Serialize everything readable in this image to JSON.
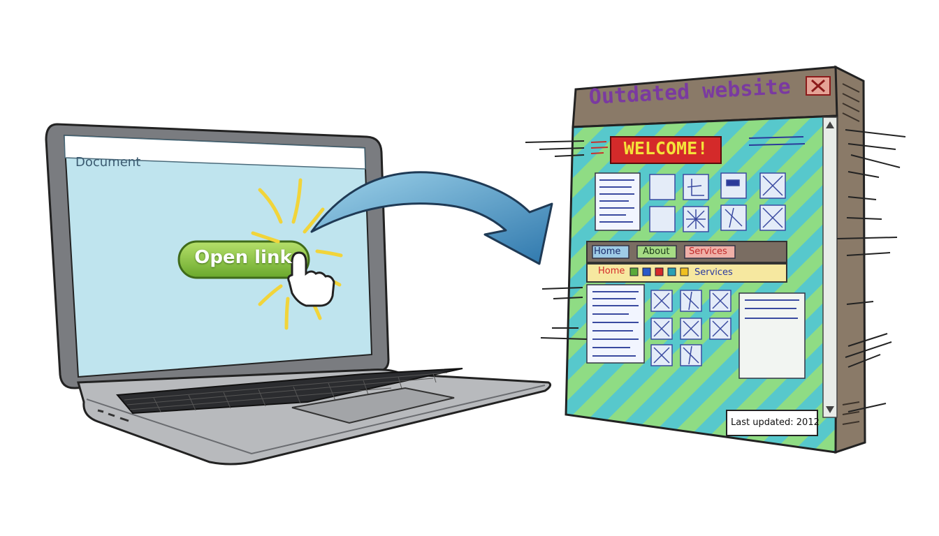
{
  "laptop": {
    "doc_tab_label": "Document",
    "button_label": "Open link"
  },
  "window": {
    "title": "Outdated website",
    "welcome_text": "WELCOME!",
    "nav_primary": [
      "Home",
      "About",
      "Services"
    ],
    "nav_secondary": {
      "home": "Home",
      "services": "Services"
    },
    "last_updated": "Last updated: 2012"
  },
  "colors": {
    "screen": "#bfe4ee",
    "button_green": "#8cc63f",
    "arrow_blue": "#3f87b8",
    "stripe_green": "#8fdc84",
    "stripe_teal": "#57c8cc",
    "title_purple": "#7a3aa0",
    "frame_brown": "#8a7a68",
    "welcome_red": "#d42a2a",
    "welcome_yellow": "#f5e23a"
  },
  "icons": {
    "cursor": "hand-pointer-icon",
    "close": "close-x-icon",
    "broken_image": "broken-image-icon",
    "scroll_up": "scroll-up-arrow-icon",
    "scroll_down": "scroll-down-arrow-icon"
  }
}
